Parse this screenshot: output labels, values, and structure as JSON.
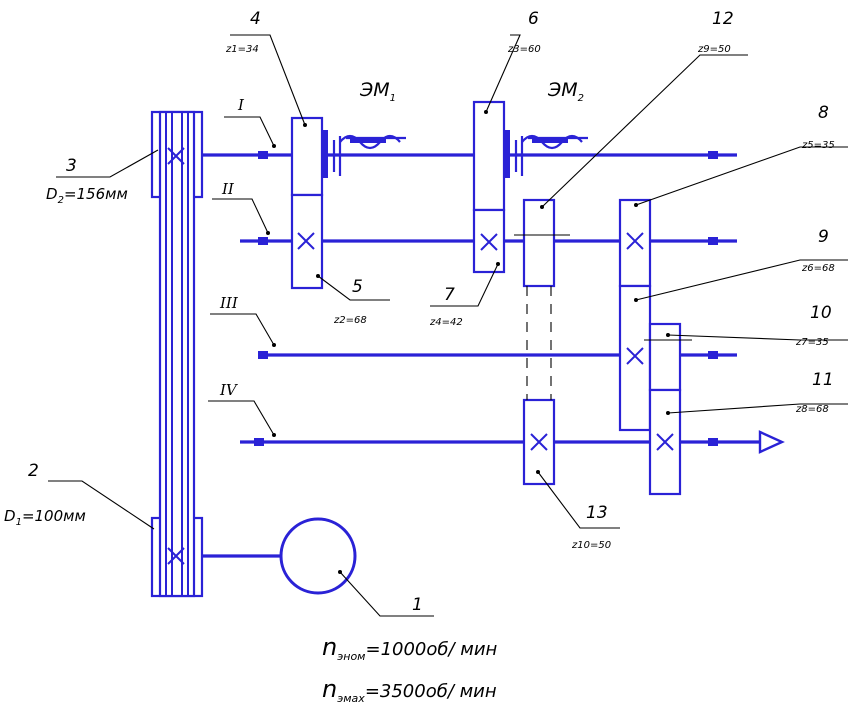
{
  "shafts": {
    "shaft_1": "I",
    "shaft_2": "II",
    "shaft_3": "III",
    "shaft_4": "IV"
  },
  "clutches": {
    "em1_main": "ЭМ",
    "em1_sub": "1",
    "em2_main": "ЭМ",
    "em2_sub": "2"
  },
  "elements": {
    "e1": {
      "num": "1"
    },
    "e2": {
      "num": "2",
      "dia_main": "D",
      "dia_sub": "1",
      "dia_value": "=100мм"
    },
    "e3": {
      "num": "3",
      "dia_main": "D",
      "dia_sub": "2",
      "dia_value": "=156мм"
    },
    "e4": {
      "num": "4",
      "z": "z1=34"
    },
    "e5": {
      "num": "5",
      "z": "z2=68"
    },
    "e6": {
      "num": "6",
      "z": "z3=60"
    },
    "e7": {
      "num": "7",
      "z": "z4=42"
    },
    "e8": {
      "num": "8",
      "z": "z5=35"
    },
    "e9": {
      "num": "9",
      "z": "z6=68"
    },
    "e10": {
      "num": "10",
      "z": "z7=35"
    },
    "e11": {
      "num": "11",
      "z": "z8=68"
    },
    "e12": {
      "num": "12",
      "z": "z9=50"
    },
    "e13": {
      "num": "13",
      "z": "z10=50"
    }
  },
  "formulas": {
    "f1_n": "n",
    "f1_sub": "эном",
    "f1_value": "=1000об/ мин",
    "f2_n": "n",
    "f2_sub": "эмах",
    "f2_value": "=3500об/ мин"
  },
  "colors": {
    "line": "#2a22d6",
    "leader": "#000000"
  }
}
